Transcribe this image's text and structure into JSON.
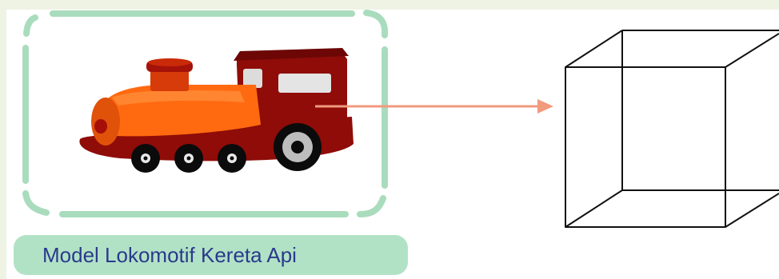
{
  "caption": {
    "text": "Model Lokomotif Kereta Api"
  },
  "icons": {
    "model": "locomotive-toy",
    "arrow": "arrow-right",
    "shape": "cube-wireframe"
  },
  "colors": {
    "background_tint": "#eef3e4",
    "frame_green": "#a9dcbd",
    "caption_bg": "#b2e2c6",
    "caption_text": "#2a3a8c",
    "arrow": "#f09a7e",
    "body_red": "#8f0c08",
    "boiler_orange": "#ff6a10",
    "cube_line": "#111111"
  }
}
